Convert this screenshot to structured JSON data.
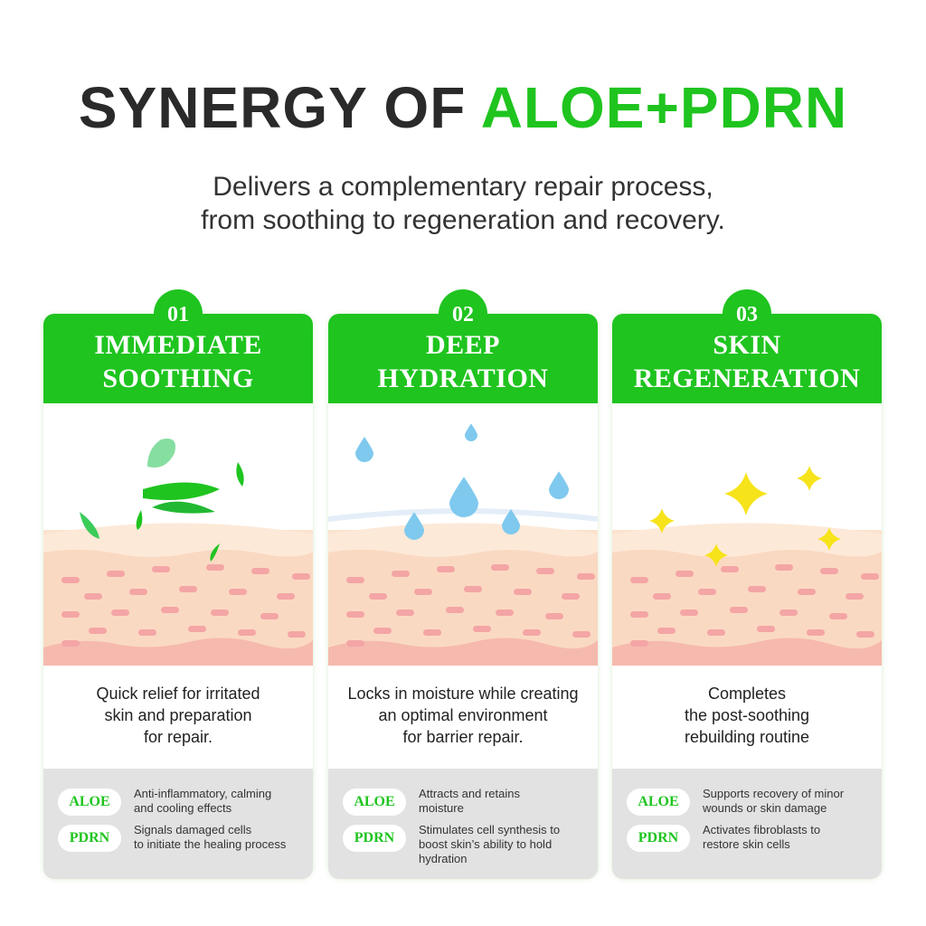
{
  "title": {
    "main": "SYNERGY OF ",
    "accent": "ALOE+PDRN"
  },
  "subtitle": [
    "Delivers a complementary repair process,",
    "from soothing to regeneration and recovery."
  ],
  "colors": {
    "green": "#1fc41f",
    "gray": "#e2e2e2"
  },
  "cards": [
    {
      "num": "01",
      "title": [
        "IMMEDIATE",
        "SOOTHING"
      ],
      "icon": "leaves-icon",
      "desc": [
        "Quick relief for irritated",
        "skin and preparation",
        "for repair."
      ],
      "rows": [
        {
          "tag": "ALOE",
          "text": [
            "Anti-inflammatory, calming",
            "and cooling effects"
          ]
        },
        {
          "tag": "PDRN",
          "text": [
            "Signals damaged cells",
            "to initiate the healing process"
          ]
        }
      ]
    },
    {
      "num": "02",
      "title": [
        "DEEP",
        "HYDRATION"
      ],
      "icon": "water-drops-icon",
      "desc": [
        "Locks in moisture while creating",
        "an optimal environment",
        "for barrier repair."
      ],
      "rows": [
        {
          "tag": "ALOE",
          "text": [
            "Attracts and retains",
            "moisture"
          ]
        },
        {
          "tag": "PDRN",
          "text": [
            "Stimulates cell synthesis to",
            "boost skin’s ability to hold",
            "hydration"
          ]
        }
      ]
    },
    {
      "num": "03",
      "title": [
        "SKIN",
        "REGENERATION"
      ],
      "icon": "sparkles-icon",
      "desc": [
        "Completes",
        "the post-soothing",
        "rebuilding routine"
      ],
      "rows": [
        {
          "tag": "ALOE",
          "text": [
            "Supports recovery of minor",
            "wounds or skin damage"
          ]
        },
        {
          "tag": "PDRN",
          "text": [
            "Activates fibroblasts to",
            "restore skin cells"
          ]
        }
      ]
    }
  ]
}
